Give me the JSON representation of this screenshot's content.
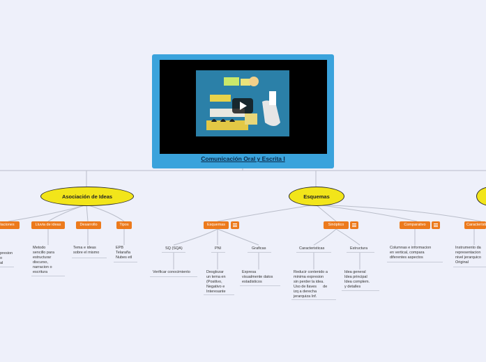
{
  "central": {
    "title": "Comunicación Oral y Escrita I"
  },
  "branches": {
    "asociacion": {
      "label": "Asociación de Ideas"
    },
    "esquemas": {
      "label": "Esquemas"
    },
    "partial_right": {
      "label": ""
    }
  },
  "subnodes": {
    "relaciones": "Relaciones",
    "lluvia": "Lluvia de ideas",
    "desarrollo": "Desarrollo",
    "tipos": "Tipos",
    "esquemas_sub": "Esquemas",
    "sinoptico": "Sinóptico",
    "comparativo": "Comparativo",
    "caracteristicas_r": "Característica"
  },
  "texts": {
    "relaciones_desc": [
      "presion",
      "o",
      "al"
    ],
    "lluvia_desc": [
      "Metodo",
      "sencillo para",
      "estructurar",
      "discurso,",
      "narracion o",
      "escritura"
    ],
    "desarrollo_desc": [
      "Tema e ideas",
      "sobre el mismo"
    ],
    "tipos_desc": [
      "EPB",
      "Telaraña",
      "Nubes etl"
    ],
    "sq": "SQ (SQA)",
    "sq_desc": "Verificar conocimiento",
    "pni": "PNI",
    "pni_desc": [
      "Desglozar",
      "un tema en",
      "(Positivo,",
      "Negativo e",
      "Interesante"
    ],
    "graficas": "Graficas",
    "graficas_desc": [
      "Expresa",
      "visualmente datos",
      "estadisticos"
    ],
    "caracteristicas": "Caracteristicas",
    "caracteristicas_desc": [
      "Reducir contenido a",
      "minima expresion",
      "sin perder la idea.",
      "Uso de llaves      de",
      "izq a derecha",
      "jerarquiza Inf."
    ],
    "estructura": "Estructura",
    "estructura_desc": [
      "Idea general",
      "Idea principal",
      "Idea complem.",
      "y detalles"
    ],
    "comparativo_desc": [
      "Columnas e informacion",
      "en vertical, compara",
      "diferentes aspectos"
    ],
    "instrumento_desc": [
      "Instrumento da",
      "representacion",
      "nivel jerarquico",
      "Original"
    ]
  },
  "colors": {
    "oval": "#f2e51a",
    "orange": "#ec7a1c",
    "central": "#3aa3dc",
    "line": "#b9bdc9"
  },
  "icons": {
    "note": "note-icon",
    "play": "play-icon"
  }
}
